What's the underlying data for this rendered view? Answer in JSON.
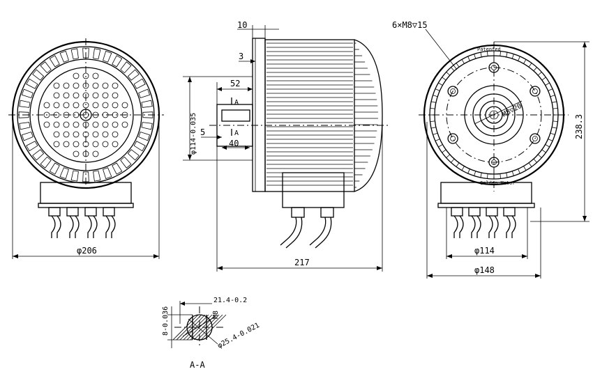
{
  "front_view": {
    "dia_overall": "φ206"
  },
  "side_view": {
    "dim_10": "10",
    "dim_3": "3",
    "dim_52": "52",
    "dim_5": "5",
    "dim_40": "40",
    "dim_217": "217",
    "shaft_dia": "φ114-0.035",
    "section_mark": "A"
  },
  "rear_view": {
    "holes": "6×M8▽15",
    "center": "M8▽20",
    "dia_114": "φ114",
    "dia_148": "φ148",
    "height": "238.3",
    "top_text": "Patented",
    "bottom_text": "Golden Motor"
  },
  "section_view": {
    "title": "A-A",
    "width": "8-0.036",
    "key": "21.4-0.2",
    "thread": "M8",
    "shaft": "φ25.4-0.021"
  }
}
